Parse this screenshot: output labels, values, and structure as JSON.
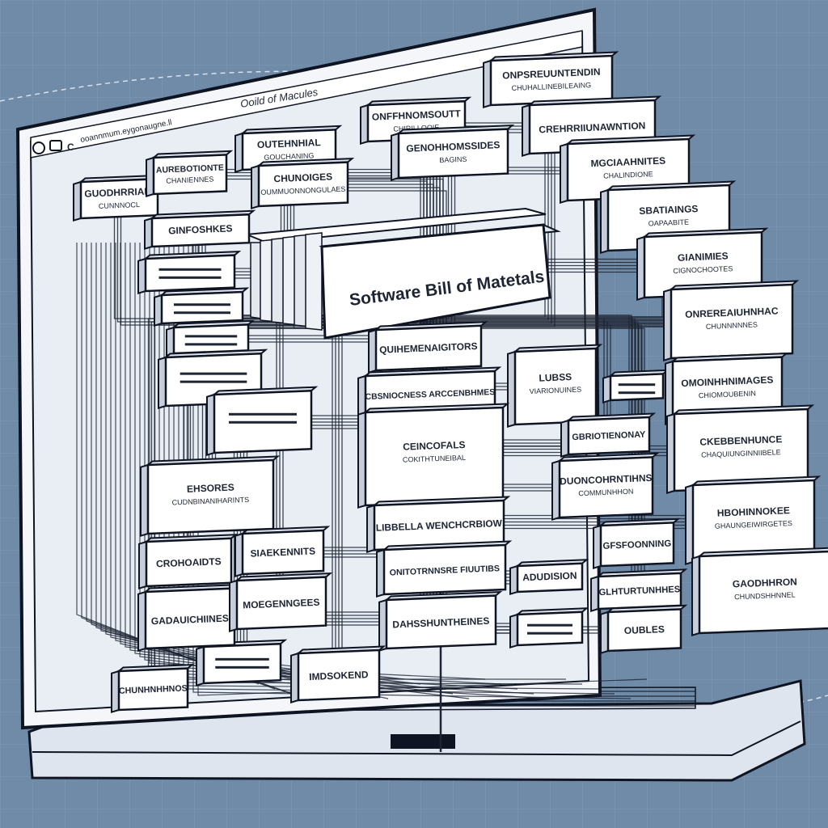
{
  "browser": {
    "title": "Ooild of Macules",
    "address": "ooannmum.eygonaugne.ll"
  },
  "main_card": {
    "title": "Software Bill of Matetals"
  },
  "nodes": [
    {
      "title": "GUODHRRIAN.",
      "sub": "CUNNNOCL"
    },
    {
      "title": "AUREBOTIONTE",
      "sub": "CHANIENNES"
    },
    {
      "title": "OUTEHNHIAL",
      "sub": "GOUCHANING"
    },
    {
      "title": "ONFFHNOMSOUTT",
      "sub": "CHIRILLOOIE"
    },
    {
      "title": "ONPSREUUNTENDIN",
      "sub": "CHUHALLINEBILEAING"
    },
    {
      "title": "CHUNOIGES",
      "sub": "OUMMUONNONGULAES"
    },
    {
      "title": "GENOHHOMSSIDES",
      "sub": "BAGINS"
    },
    {
      "title": "CREHRRIIUNAWNTION",
      "sub": ""
    },
    {
      "title": "GINFOSHKES",
      "sub": ""
    },
    {
      "title": "MGCIAAHNITES",
      "sub": "CHALINDIONE"
    },
    {
      "title": "SBATIAINGS",
      "sub": "OAPAABITE"
    },
    {
      "title": "GIANIMIES",
      "sub": "CIGNOCHOOTES"
    },
    {
      "title": "ONREREAIUHNHAC",
      "sub": "CHUNNNNNES"
    },
    {
      "title": "QUIHEMENAIGITORS",
      "sub": ""
    },
    {
      "title": "CBSNIOCNESS ARCCENBHMES",
      "sub": ""
    },
    {
      "title": "LUBSS",
      "sub": "VIARIONUINES"
    },
    {
      "title": "OMOINHHNIMAGES",
      "sub": "CHIOMOUBENIN"
    },
    {
      "title": "CEINCOFALS",
      "sub": "COKITHTUNEIBAL"
    },
    {
      "title": "GBRIOTIENONAY",
      "sub": ""
    },
    {
      "title": "CKEBBENHUNCE",
      "sub": "CHAQUIUNGINNIIBELE"
    },
    {
      "title": "EHSORES",
      "sub": "CUDNBINANIHARINTS"
    },
    {
      "title": "DUONCOHRNTIHNS",
      "sub": "COMMUNHHON"
    },
    {
      "title": "LIBBELLA WENCHCRBIOW",
      "sub": ""
    },
    {
      "title": "HBOHINNOKEE",
      "sub": "GHAUNGEIWIRGETES"
    },
    {
      "title": "CROHOAIDTS",
      "sub": ""
    },
    {
      "title": "SIAEKENNITS",
      "sub": ""
    },
    {
      "title": "GFSFOONNING",
      "sub": ""
    },
    {
      "title": "ONITOTRNNSRE FIUUTIBS",
      "sub": ""
    },
    {
      "title": "GAODHHRON",
      "sub": "CHUNDSHHNNEL"
    },
    {
      "title": "GADAUICHIINES",
      "sub": ""
    },
    {
      "title": "MOEGENNGEES",
      "sub": ""
    },
    {
      "title": "DAHSSHUNTHEINES",
      "sub": ""
    },
    {
      "title": "GLHTURTUNHHES",
      "sub": ""
    },
    {
      "title": "OUBLES",
      "sub": ""
    },
    {
      "title": "IMDSOKEND",
      "sub": ""
    },
    {
      "title": "ADUDISION",
      "sub": ""
    },
    {
      "title": "CHUNHNHHNOS",
      "sub": ""
    }
  ],
  "colors": {
    "background": "#6f8ba8",
    "bezel": "#f4f6f9",
    "outline": "#0f1422",
    "card": "#ffffff",
    "card_side": "#c7ced9",
    "wire": "#1d2433"
  }
}
